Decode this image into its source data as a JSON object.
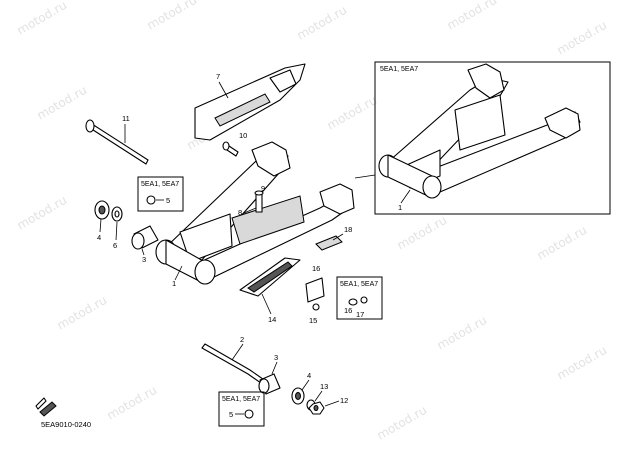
{
  "watermark": "motod.ru",
  "diagram_code": "5EA9010-0240",
  "variant_label": "5EA1, 5EA7",
  "callouts": {
    "c1a": "1",
    "c1b": "1",
    "c3a": "3",
    "c3b": "3",
    "c4a": "4",
    "c4b": "4",
    "c5a": "5",
    "c5b": "5",
    "c6": "6",
    "c7": "7",
    "c8": "8",
    "c9": "9",
    "c10": "10",
    "c11": "11",
    "c12": "12",
    "c13": "13",
    "c14": "14",
    "c15": "15",
    "c16a": "16",
    "c16b": "16",
    "c17": "17",
    "c18": "18"
  }
}
